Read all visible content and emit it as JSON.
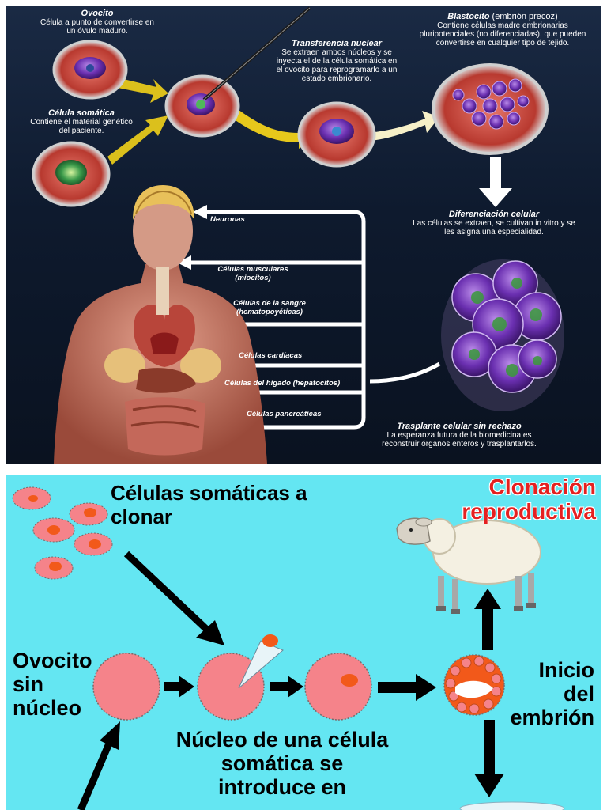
{
  "top_panel": {
    "ovocito": {
      "title": "Ovocito",
      "desc": "Célula a punto de convertirse en un óvulo maduro."
    },
    "somatica": {
      "title": "Célula somática",
      "desc": "Contiene el material genético del paciente."
    },
    "transferencia": {
      "title": "Transferencia nuclear",
      "desc": "Se extraen ambos núcleos y se inyecta el de la célula somática en el ovocito para reprogramarlo a un estado embrionario."
    },
    "blastocito": {
      "title": "Blastocito",
      "title_suffix": "(embrión precoz)",
      "desc": "Contiene células madre embrionarias pluripotenciales (no diferenciadas), que pueden convertirse en cualquier tipo de tejido."
    },
    "diferenciacion": {
      "title": "Diferenciación celular",
      "desc": "Las células se extraen, se cultivan in vitro y se les asigna una especialidad."
    },
    "trasplante": {
      "title": "Trasplante celular sin rechazo",
      "desc": "La esperanza futura de la biomedicina es reconstruir órganos enteros y trasplantarlos."
    },
    "cell_types": [
      "Neuronas",
      "Células musculares (miocitos)",
      "Células de la sangre (hematopoyéticas)",
      "Células cardíacas",
      "Células del hígado (hepatocitos)",
      "Células pancreáticas"
    ]
  },
  "bottom_panel": {
    "somaticas": "Células somáticas a clonar",
    "clonacion": "Clonación reproductiva",
    "ovocito": "Ovocito sin núcleo",
    "inicio": "Inicio del embrión",
    "nucleo": "Núcleo de una célula somática se introduce en"
  },
  "colors": {
    "bottom_bg": "#64e6f2",
    "cell_pink": "#f5838a",
    "nucleus_orange": "#f2591a",
    "title_red": "#e52020",
    "arrow_yellow": "#f2d21a"
  }
}
